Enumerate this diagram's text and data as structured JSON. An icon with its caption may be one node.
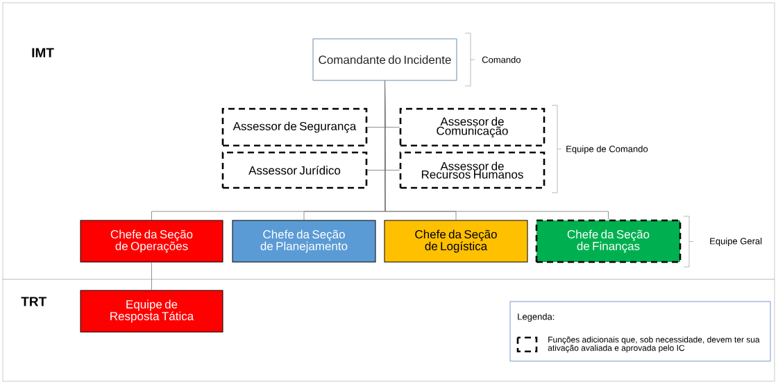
{
  "diagram": {
    "nodes": [
      {
        "text": [
          "Comandante do Incidente"
        ]
      },
      {
        "text": [
          "Assessor de Segurança"
        ]
      },
      {
        "text": [
          "Assessor de Comunicação"
        ]
      },
      {
        "text": [
          "Assessor Jurídico"
        ]
      },
      {
        "text": [
          "Assessor de Recursos Humanos"
        ]
      },
      {
        "text": [
          "Chefe da Seção de Operações"
        ]
      },
      {
        "text": [
          "Chefe da Seção de Planejamento"
        ]
      },
      {
        "text": [
          "Chefe da Seção de Logística"
        ]
      },
      {
        "text": [
          "Chefe da Seção de Finanças"
        ]
      },
      {
        "text": [
          "Equipe de Resposta Tática"
        ]
      }
    ],
    "edges": [
      {
        "from": 0,
        "to": 1,
        "arrow": "none"
      },
      {
        "from": 0,
        "to": 2,
        "arrow": "none"
      },
      {
        "from": 0,
        "to": 3,
        "arrow": "none"
      },
      {
        "from": 0,
        "to": 4,
        "arrow": "none"
      },
      {
        "from": 0,
        "to": 5,
        "arrow": "none"
      },
      {
        "from": 0,
        "to": 6,
        "arrow": "none"
      },
      {
        "from": 0,
        "to": 7,
        "arrow": "none"
      },
      {
        "from": 0,
        "to": 8,
        "arrow": "none"
      },
      {
        "from": 5,
        "to": 9,
        "arrow": "none"
      }
    ],
    "labels": [
      "IMT",
      "Comando",
      "Equipe de Comando",
      "Equipe Geral",
      "TRT",
      "Legenda:"
    ],
    "legend": [
      {
        "text": "Funções adicionais que, sob necessidade, devem ter sua ativação avaliada e aprovada pelo IC"
      }
    ]
  }
}
